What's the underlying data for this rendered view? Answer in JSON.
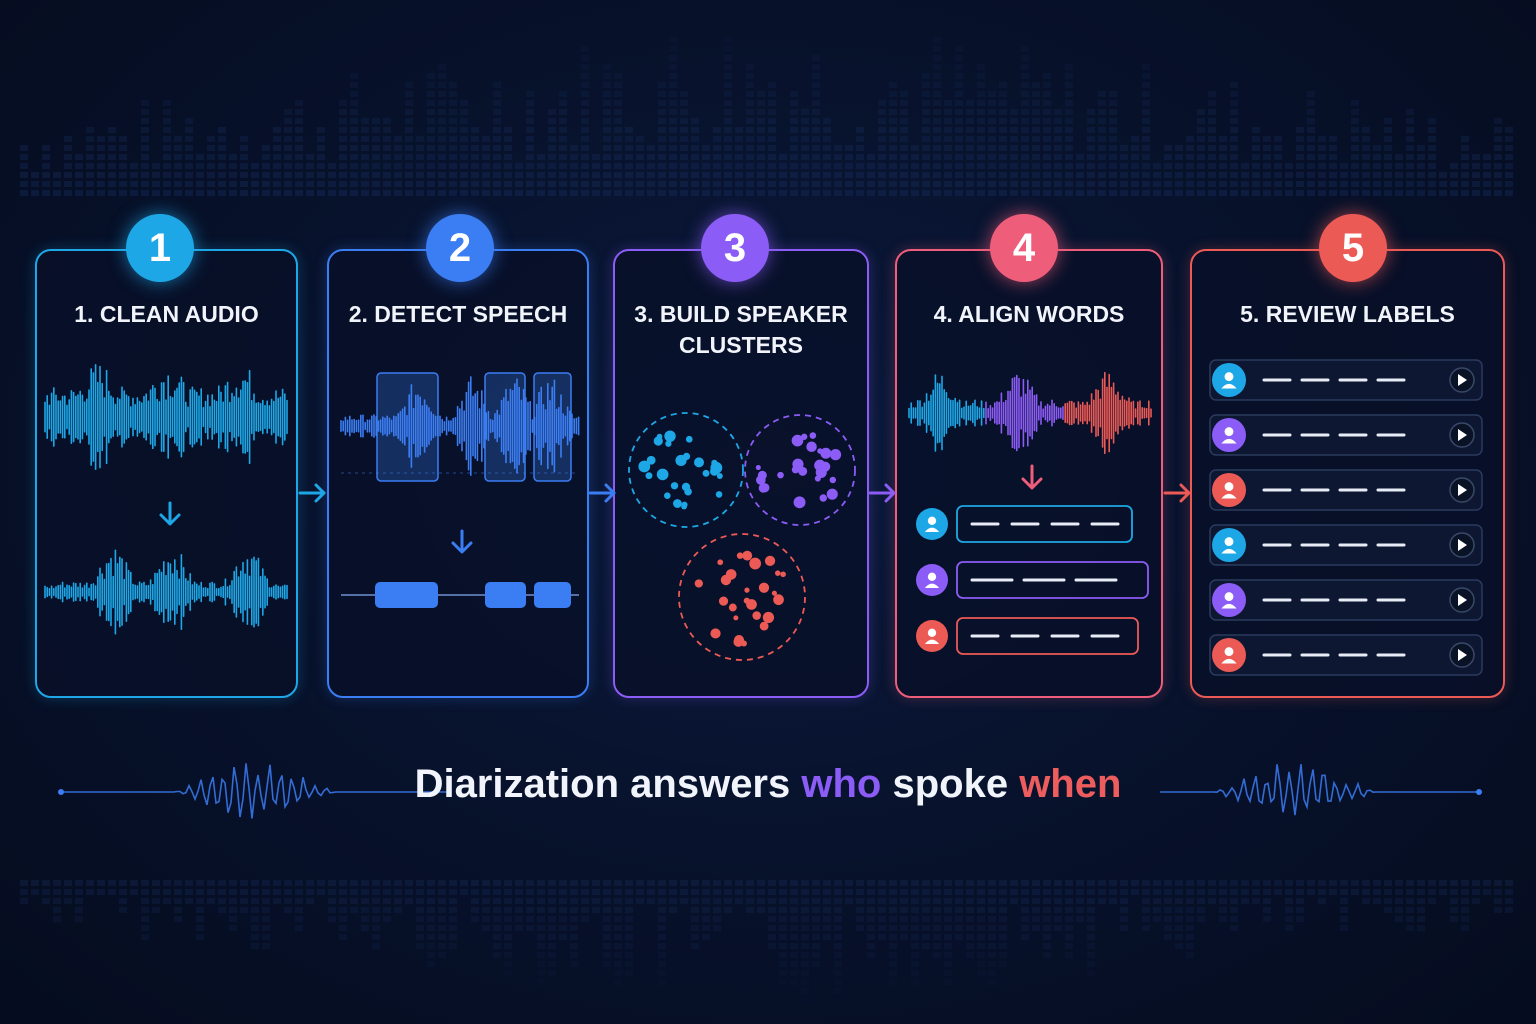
{
  "steps": [
    {
      "number": "1",
      "title": "1. CLEAN AUDIO",
      "color": "#1ea7e6"
    },
    {
      "number": "2",
      "title": "2. DETECT SPEECH",
      "color": "#3b7df2"
    },
    {
      "number": "3",
      "title": "3. BUILD SPEAKER CLUSTERS",
      "color": "#8b5cf6"
    },
    {
      "number": "4",
      "title": "4. ALIGN WORDS",
      "color": "#ee5d7a"
    },
    {
      "number": "5",
      "title": "5. REVIEW LABELS",
      "color": "#ec5a56"
    }
  ],
  "speaker_colors": [
    "#1ea7e6",
    "#8b5cf6",
    "#ec5a56"
  ],
  "caption": {
    "part1": "Diarization answers ",
    "part2": "who",
    "part3": " spoke ",
    "part4": "when"
  },
  "icons": {
    "arrow": "arrow-right-icon",
    "down": "arrow-down-icon",
    "speaker": "user-icon",
    "play": "play-icon"
  }
}
